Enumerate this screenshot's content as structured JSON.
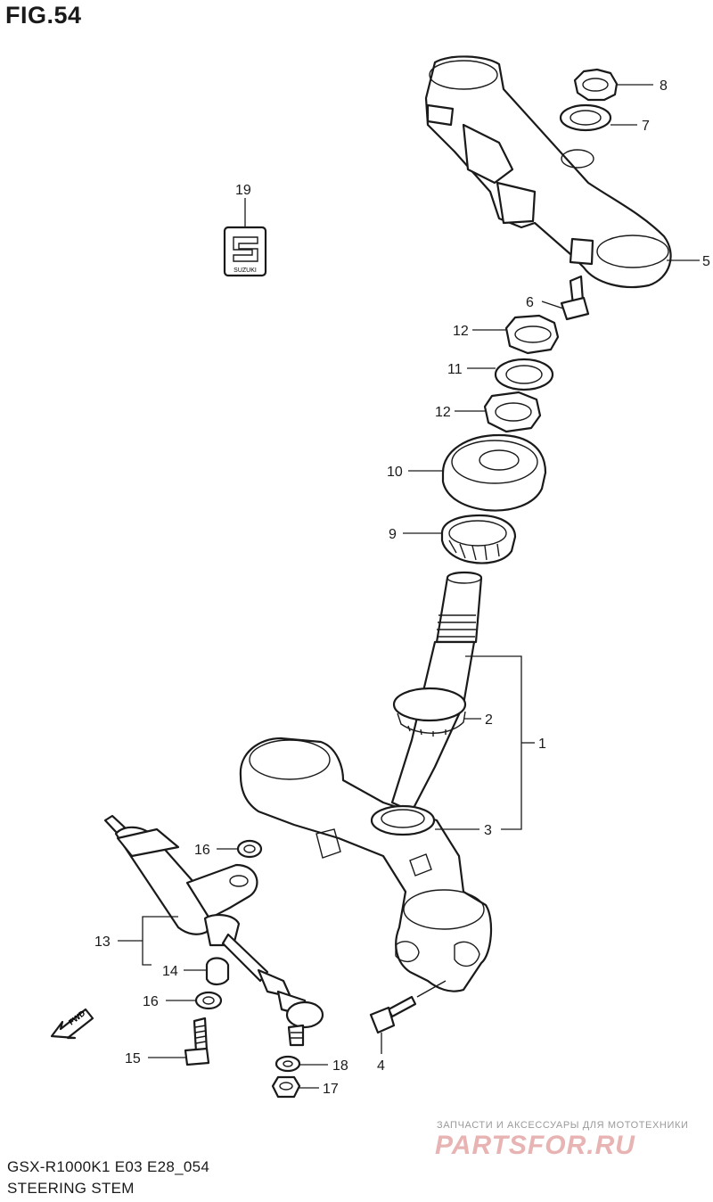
{
  "figure_title": "FIG.54",
  "model_caption": "GSX-R1000K1 E03 E28_054",
  "section_caption": "STEERING STEM",
  "fwd_label": "FWD",
  "emblem_text": "SUZUKI",
  "watermark": {
    "tagline": "ЗАПЧАСТИ И АКСЕССУАРЫ ДЛЯ МОТОТЕХНИКИ",
    "logo": "PARTSFOR.RU"
  },
  "callouts": {
    "c1": "1",
    "c2": "2",
    "c3": "3",
    "c4": "4",
    "c5": "5",
    "c6": "6",
    "c7": "7",
    "c8": "8",
    "c9": "9",
    "c10": "10",
    "c11": "11",
    "c12a": "12",
    "c12b": "12",
    "c13": "13",
    "c14": "14",
    "c15": "15",
    "c16a": "16",
    "c16b": "16",
    "c17": "17",
    "c18": "18",
    "c19": "19"
  }
}
